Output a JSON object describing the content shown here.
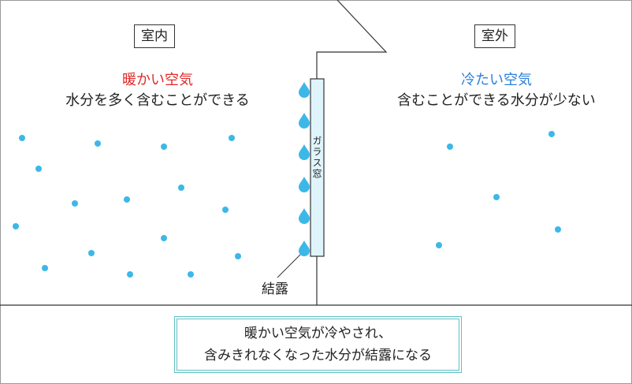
{
  "indoor": {
    "label": "室内",
    "air": "暖かい空気",
    "desc": "水分を多く含むことができる"
  },
  "outdoor": {
    "label": "室外",
    "air": "冷たい空気",
    "desc": "含むことができる水分が少ない"
  },
  "glass_label": "ガラス窓",
  "condensation_label": "結露",
  "summary": {
    "line1": "暖かい空気が冷やされ、",
    "line2": "含みきれなくなった水分が結露になる"
  },
  "colors": {
    "warm": "#e02a2a",
    "cold": "#2a7fd9",
    "droplet": "#3cb8e8",
    "glass": "#dff4fb",
    "summary_border": "#5fc1c5"
  }
}
